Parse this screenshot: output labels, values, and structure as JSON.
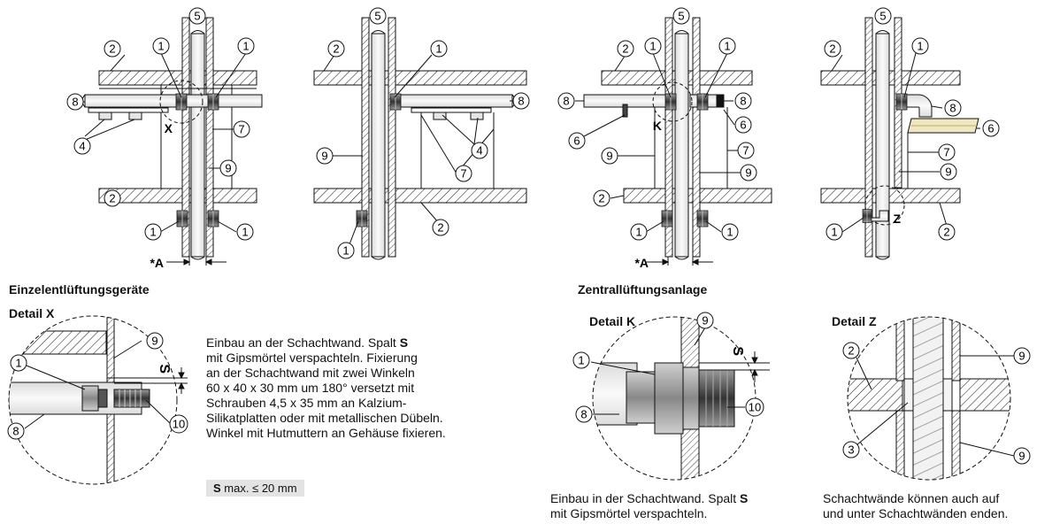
{
  "callouts": {
    "c1": "1",
    "c2": "2",
    "c3": "3",
    "c4": "4",
    "c5": "5",
    "c6": "6",
    "c7": "7",
    "c8": "8",
    "c9": "9",
    "c10": "10"
  },
  "letters": {
    "x": "X",
    "k": "K",
    "z": "Z",
    "a": "*A",
    "s": "S"
  },
  "headings": {
    "left": "Einzelentlüftungsgeräte",
    "right": "Zentrallüftungsanlage",
    "detail_x": "Detail X",
    "detail_k": "Detail K",
    "detail_z": "Detail Z"
  },
  "desc_x": {
    "l1a": "Einbau an der Schachtwand. Spalt ",
    "l1b": "S",
    "l2": "mit Gipsmörtel verspachteln. Fixierung",
    "l3": "an der Schachtwand mit zwei Winkeln",
    "l4": "60 x 40 x 30 mm um 180° versetzt mit",
    "l5": "Schrauben 4,5 x 35 mm an Kalzium-",
    "l6": "Silikatplatten oder mit metallischen Dübeln.",
    "l7": "Winkel mit Hutmuttern an Gehäuse fixieren."
  },
  "badge": {
    "s": "S",
    "rest": " max. ≤ 20 mm"
  },
  "desc_k": {
    "l1a": "Einbau in der Schachtwand. Spalt ",
    "l1b": "S",
    "l2": "mit Gipsmörtel verspachteln."
  },
  "desc_z": {
    "l1": "Schachtwände können auch auf",
    "l2": "und unter Schachtwänden enden."
  },
  "colors": {
    "ink": "#111111",
    "pipe": "#f2f2f2",
    "flex": "#efe6c2",
    "badge": "#e3e3e3"
  }
}
